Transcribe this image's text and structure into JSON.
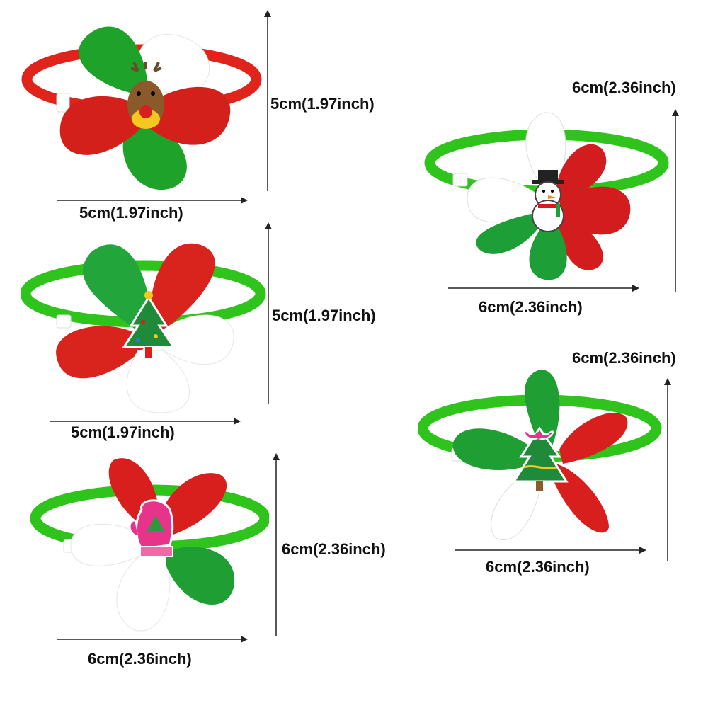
{
  "products": [
    {
      "id": "reindeer-bow",
      "collar_color": "#e0241b",
      "petal_colors": [
        "#1fa22a",
        "#ffffff",
        "#d4201a"
      ],
      "charm": "reindeer",
      "width_label": "5cm(1.97inch)",
      "height_label": "5cm(1.97inch)"
    },
    {
      "id": "tree-bow",
      "collar_color": "#2ec41c",
      "petal_colors": [
        "#22a53a",
        "#d9241d",
        "#ffffff"
      ],
      "charm": "christmas-tree",
      "width_label": "5cm(1.97inch)",
      "height_label": "5cm(1.97inch)"
    },
    {
      "id": "mitten-bow",
      "collar_color": "#2ec41c",
      "petal_colors": [
        "#d81f1e",
        "#ffffff",
        "#1f9e34"
      ],
      "charm": "mitten",
      "width_label": "6cm(2.36inch)",
      "height_label": "6cm(2.36inch)"
    },
    {
      "id": "snowman-bow",
      "collar_color": "#2ec41c",
      "petal_colors": [
        "#ffffff",
        "#d21c1e",
        "#1e9e36"
      ],
      "charm": "snowman",
      "width_label": "6cm(2.36inch)",
      "height_label": "6cm(2.36inch)"
    },
    {
      "id": "tree-gift-bow",
      "collar_color": "#2ec41c",
      "petal_colors": [
        "#1f9e34",
        "#d81f1e",
        "#ffffff"
      ],
      "charm": "tree-with-bow",
      "width_label": "6cm(2.36inch)",
      "height_label": "6cm(2.36inch)"
    }
  ]
}
